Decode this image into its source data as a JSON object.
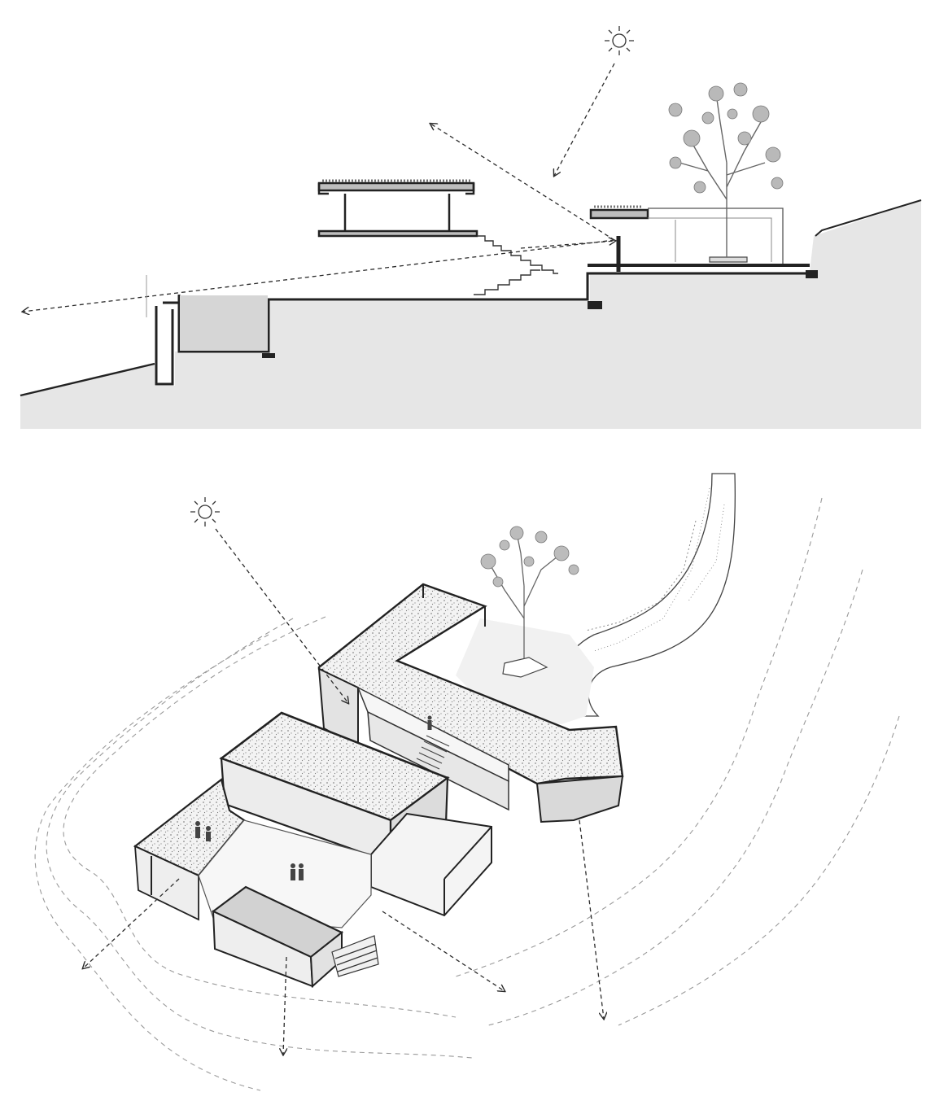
{
  "figure": {
    "panels": [
      {
        "id": "section",
        "kind": "architectural-section-sketch"
      },
      {
        "id": "axonometric",
        "kind": "architectural-axonometric-sketch"
      }
    ],
    "icons": [
      "sun-icon",
      "tree-icon",
      "person-icon",
      "arrow-icon"
    ],
    "colors": {
      "ink": "#2b2b2b",
      "ground": "#e7e7e7",
      "shade": "#d9d9d9",
      "guide": "#9a9a9a"
    }
  }
}
